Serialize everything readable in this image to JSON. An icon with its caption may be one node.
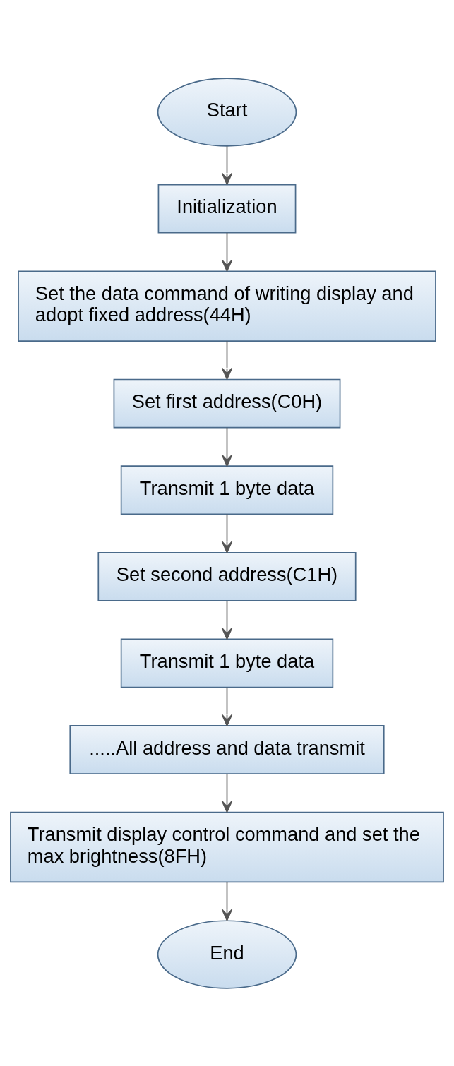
{
  "diagram": {
    "nodes": [
      {
        "text": [
          "Start"
        ]
      },
      {
        "text": [
          "Initialization"
        ]
      },
      {
        "text": [
          "Set the data command of writing display and adopt fixed address(44H)"
        ]
      },
      {
        "text": [
          "Set first address(C0H)"
        ]
      },
      {
        "text": [
          "Transmit 1 byte data"
        ]
      },
      {
        "text": [
          "Set second address(C1H)"
        ]
      },
      {
        "text": [
          "Transmit 1 byte data"
        ]
      },
      {
        "text": [
          ".....All address and data transmit"
        ]
      },
      {
        "text": [
          "Transmit display control command and set the max brightness(8FH)"
        ]
      },
      {
        "text": [
          "End"
        ]
      }
    ],
    "edges": [
      {
        "from": 0,
        "to": 1,
        "arrow": "to"
      },
      {
        "from": 1,
        "to": 2,
        "arrow": "to"
      },
      {
        "from": 2,
        "to": 3,
        "arrow": "to"
      },
      {
        "from": 3,
        "to": 4,
        "arrow": "to"
      },
      {
        "from": 4,
        "to": 5,
        "arrow": "to"
      },
      {
        "from": 5,
        "to": 6,
        "arrow": "to"
      },
      {
        "from": 6,
        "to": 7,
        "arrow": "to"
      },
      {
        "from": 7,
        "to": 8,
        "arrow": "to"
      },
      {
        "from": 8,
        "to": 9,
        "arrow": "to"
      }
    ]
  }
}
